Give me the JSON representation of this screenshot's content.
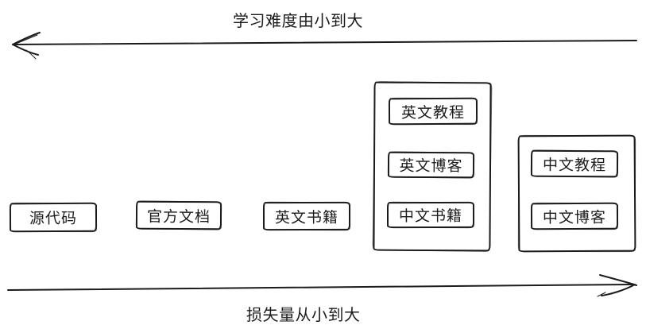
{
  "diagram": {
    "axes": {
      "top": {
        "label": "学习难度由小到大",
        "direction": "left"
      },
      "bottom": {
        "label": "损失量从小到大",
        "direction": "right"
      }
    },
    "items": [
      {
        "label": "源代码"
      },
      {
        "label": "官方文档"
      },
      {
        "label": "英文书籍"
      }
    ],
    "groups": [
      {
        "items": [
          {
            "label": "英文教程"
          },
          {
            "label": "英文博客"
          },
          {
            "label": "中文书籍"
          }
        ]
      },
      {
        "items": [
          {
            "label": "中文教程"
          },
          {
            "label": "中文博客"
          }
        ]
      }
    ],
    "colors": {
      "ink": "#1c1c1c",
      "background": "#ffffff"
    }
  }
}
